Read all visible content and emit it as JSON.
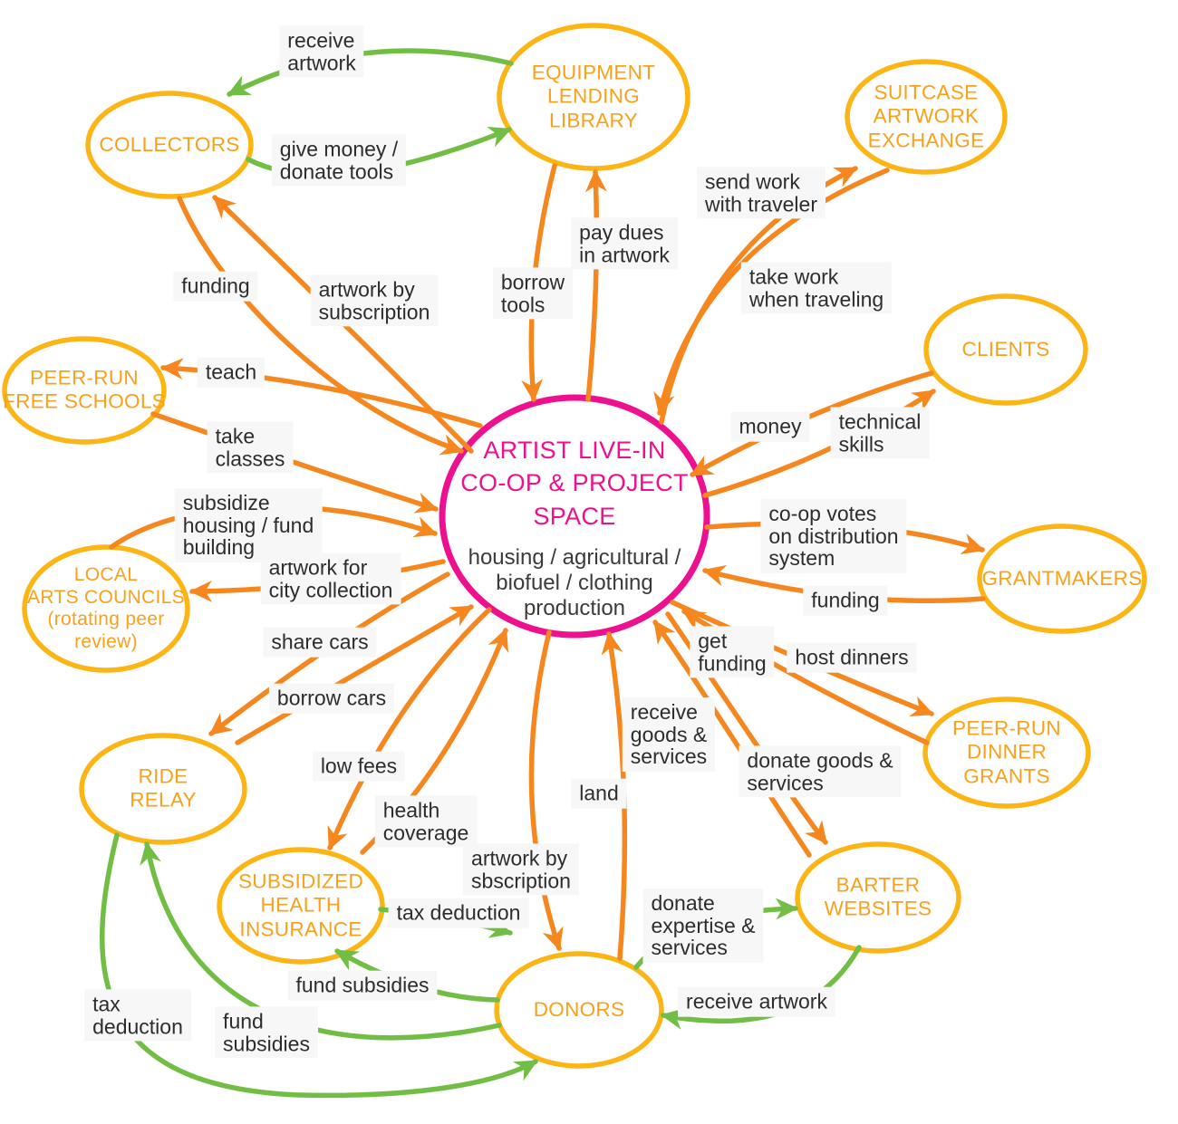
{
  "colors": {
    "orange": "#F6871F",
    "green": "#72BE44",
    "node_stroke": "#FCB514",
    "node_text": "#F9A11B",
    "center_stroke": "#ED118F",
    "center_text": "#ED118F",
    "label_text": "#2d2d2d",
    "label_bg": "#f7f7f7",
    "background": "#ffffff",
    "subtitle_text": "#3b3b3b"
  },
  "center_node": {
    "title": "ARTIST LIVE-IN\nCO-OP & PROJECT\nSPACE",
    "subtitle": "housing / agricultural /\nbiofuel / clothing\nproduction"
  },
  "nodes": [
    {
      "id": "collectors",
      "label": "COLLECTORS"
    },
    {
      "id": "equipment-lending-library",
      "label": "EQUIPMENT\nLENDING\nLIBRARY"
    },
    {
      "id": "suitcase-artwork-exchange",
      "label": "SUITCASE\nARTWORK\nEXCHANGE"
    },
    {
      "id": "clients",
      "label": "CLIENTS"
    },
    {
      "id": "grantmakers",
      "label": "GRANTMAKERS"
    },
    {
      "id": "peer-run-dinner-grants",
      "label": "PEER-RUN\nDINNER GRANTS"
    },
    {
      "id": "barter-websites",
      "label": "BARTER\nWEBSITES"
    },
    {
      "id": "donors",
      "label": "DONORS"
    },
    {
      "id": "subsidized-health-insurance",
      "label": "SUBSIDIZED\nHEALTH\nINSURANCE"
    },
    {
      "id": "ride-relay",
      "label": "RIDE\nRELAY"
    },
    {
      "id": "local-arts-councils",
      "label": "LOCAL\nARTS COUNCILS\n(rotating peer\nreview)"
    },
    {
      "id": "peer-run-free-schools",
      "label": "PEER-RUN\nFREE SCHOOLS"
    }
  ],
  "edges": [
    {
      "id": "receive-artwork-top",
      "label": "receive\nartwork",
      "from": "equipment-lending-library",
      "to": "collectors",
      "color": "green"
    },
    {
      "id": "give-money-donate-tools",
      "label": "give money /\ndonate tools",
      "from": "collectors",
      "to": "equipment-lending-library",
      "color": "green"
    },
    {
      "id": "artwork-by-subscription",
      "label": "artwork by\nsubscription",
      "from": "co-op",
      "to": "collectors",
      "color": "orange"
    },
    {
      "id": "funding-collectors",
      "label": "funding",
      "from": "collectors",
      "to": "co-op",
      "color": "orange"
    },
    {
      "id": "pay-dues-in-artwork",
      "label": "pay dues\nin artwork",
      "from": "co-op",
      "to": "equipment-lending-library",
      "color": "orange"
    },
    {
      "id": "borrow-tools",
      "label": "borrow\ntools",
      "from": "equipment-lending-library",
      "to": "co-op",
      "color": "orange"
    },
    {
      "id": "send-work-with-traveler",
      "label": "send work\nwith traveler",
      "from": "co-op",
      "to": "suitcase-artwork-exchange",
      "color": "orange"
    },
    {
      "id": "take-work-when-traveling",
      "label": "take work\nwhen traveling",
      "from": "suitcase-artwork-exchange",
      "to": "co-op",
      "color": "orange"
    },
    {
      "id": "money",
      "label": "money",
      "from": "clients",
      "to": "co-op",
      "color": "orange"
    },
    {
      "id": "technical-skills",
      "label": "technical\nskills",
      "from": "co-op",
      "to": "clients",
      "color": "orange"
    },
    {
      "id": "coop-votes-distribution",
      "label": "co-op votes\non distribution\nsystem",
      "from": "co-op",
      "to": "grantmakers",
      "color": "orange"
    },
    {
      "id": "funding-grantmakers",
      "label": "funding",
      "from": "grantmakers",
      "to": "co-op",
      "color": "orange"
    },
    {
      "id": "get-funding",
      "label": "get\nfunding",
      "from": "peer-run-dinner-grants",
      "to": "co-op",
      "color": "orange"
    },
    {
      "id": "host-dinners",
      "label": "host dinners",
      "from": "co-op",
      "to": "peer-run-dinner-grants",
      "color": "orange"
    },
    {
      "id": "donate-goods-services",
      "label": "donate goods &\nservices",
      "from": "co-op",
      "to": "barter-websites",
      "color": "orange"
    },
    {
      "id": "receive-goods-services",
      "label": "receive\ngoods &\nservices",
      "from": "barter-websites",
      "to": "co-op",
      "color": "orange"
    },
    {
      "id": "land",
      "label": "land",
      "from": "donors",
      "to": "co-op",
      "color": "orange"
    },
    {
      "id": "artwork-by-sbscription",
      "label": "artwork by\nsbscription",
      "from": "co-op",
      "to": "donors",
      "color": "orange"
    },
    {
      "id": "low-fees",
      "label": "low fees",
      "from": "co-op",
      "to": "subsidized-health-insurance",
      "color": "orange"
    },
    {
      "id": "health-coverage",
      "label": "health\ncoverage",
      "from": "subsidized-health-insurance",
      "to": "co-op",
      "color": "orange"
    },
    {
      "id": "share-cars",
      "label": "share cars",
      "from": "co-op",
      "to": "ride-relay",
      "color": "orange"
    },
    {
      "id": "borrow-cars",
      "label": "borrow cars",
      "from": "ride-relay",
      "to": "co-op",
      "color": "orange"
    },
    {
      "id": "artwork-city-collection",
      "label": "artwork for\ncity collection",
      "from": "co-op",
      "to": "local-arts-councils",
      "color": "orange"
    },
    {
      "id": "subsidize-housing",
      "label": "subsidize\nhousing / fund\nbuilding",
      "from": "local-arts-councils",
      "to": "co-op",
      "color": "orange"
    },
    {
      "id": "teach",
      "label": "teach",
      "from": "co-op",
      "to": "peer-run-free-schools",
      "color": "orange"
    },
    {
      "id": "take-classes",
      "label": "take\nclasses",
      "from": "peer-run-free-schools",
      "to": "co-op",
      "color": "orange"
    },
    {
      "id": "donate-expertise-services",
      "label": "donate\nexpertise &\nservices",
      "from": "donors",
      "to": "barter-websites",
      "color": "green"
    },
    {
      "id": "receive-artwork-bottom",
      "label": "receive artwork",
      "from": "barter-websites",
      "to": "donors",
      "color": "green"
    },
    {
      "id": "fund-subsidies-shi",
      "label": "fund subsidies",
      "from": "donors",
      "to": "subsidized-health-insurance",
      "color": "green"
    },
    {
      "id": "tax-deduction-shi",
      "label": "tax deduction",
      "from": "subsidized-health-insurance",
      "to": "donors",
      "color": "green"
    },
    {
      "id": "fund-subsidies-ride",
      "label": "fund\nsubsidies",
      "from": "donors",
      "to": "ride-relay",
      "color": "green"
    },
    {
      "id": "tax-deduction-ride",
      "label": "tax\ndeduction",
      "from": "ride-relay",
      "to": "donors",
      "color": "green"
    }
  ]
}
